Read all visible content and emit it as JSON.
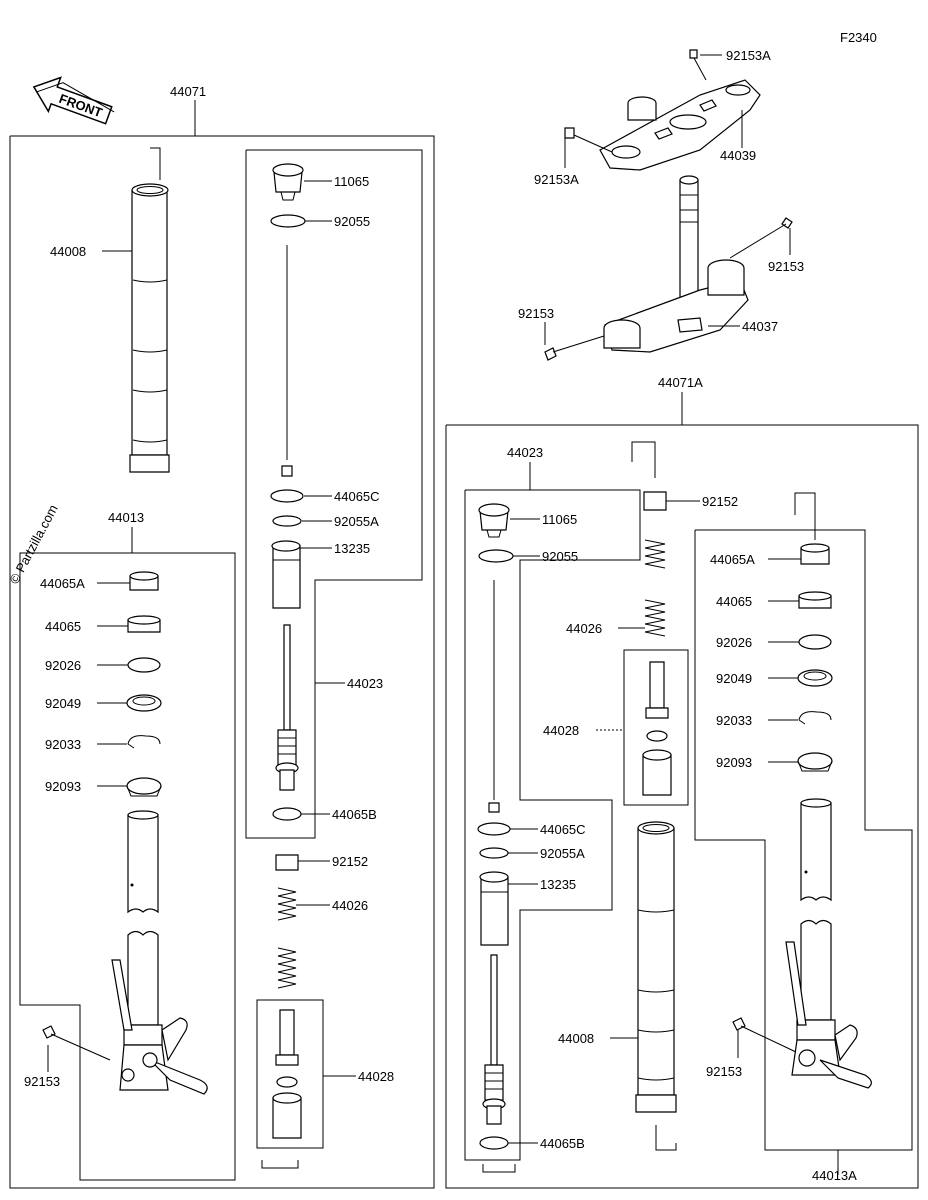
{
  "diagram_code": "F2340",
  "front_arrow_text": "FRONT",
  "watermark": "© Partzilla.com",
  "labels": {
    "l44071": "44071",
    "l44008_left": "44008",
    "l11065_left": "11065",
    "l92055_left": "92055",
    "l44065C_left": "44065C",
    "l92055A_left": "92055A",
    "l13235_left": "13235",
    "l44023_left": "44023",
    "l44065B_left": "44065B",
    "l92152_left": "92152",
    "l44026_left": "44026",
    "l44028_left": "44028",
    "l44013": "44013",
    "l44065A_left": "44065A",
    "l44065_left": "44065",
    "l92026_left": "92026",
    "l92049_left": "92049",
    "l92033_left": "92033",
    "l92093_left": "92093",
    "l92153_leftbottom": "92153",
    "l92153A_top": "92153A",
    "l44039": "44039",
    "l92153A_left": "92153A",
    "l92153_right": "92153",
    "l92153_mid": "92153",
    "l44037": "44037",
    "l44071A": "44071A",
    "l44023_right": "44023",
    "l11065_right": "11065",
    "l92055_right": "92055",
    "l92152_right": "92152",
    "l44065A_right": "44065A",
    "l44026_right": "44026",
    "l44065_right": "44065",
    "l92026_right": "92026",
    "l92049_right": "92049",
    "l44028_right": "44028",
    "l92033_right": "92033",
    "l92093_right": "92093",
    "l44065C_right": "44065C",
    "l92055A_right": "92055A",
    "l13235_right": "13235",
    "l44008_right": "44008",
    "l92153_rightbottom": "92153",
    "l44065B_right": "44065B",
    "l44013A": "44013A"
  }
}
